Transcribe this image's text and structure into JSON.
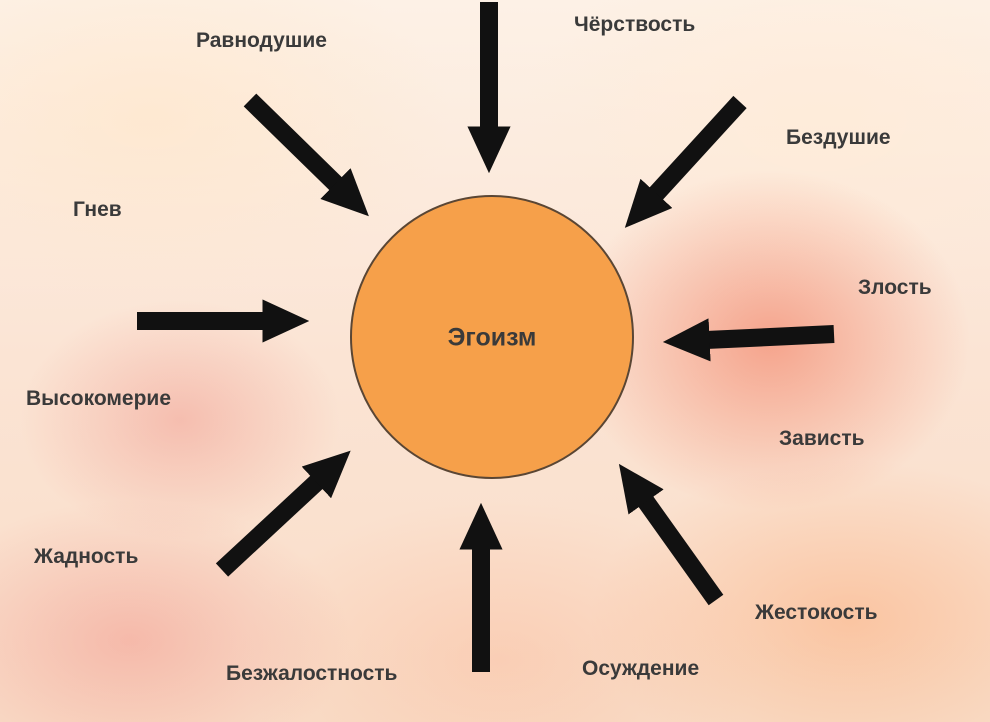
{
  "center": {
    "label": "Эгоизм",
    "fill": "#f6a04a",
    "stroke": "#5a4634"
  },
  "arrow_color": "#111111",
  "labels": {
    "ravnodushie": "Равнодушие",
    "cherstvost": "Чёрствость",
    "bezdushie": "Бездушие",
    "gnev": "Гнев",
    "zlost": "Злость",
    "vysokomerie": "Высокомерие",
    "zavist": "Зависть",
    "zhadnost": "Жадность",
    "zhestokost": "Жестокость",
    "bezzhalostnost": "Безжалостность",
    "osuzhdenie": "Осуждение"
  }
}
